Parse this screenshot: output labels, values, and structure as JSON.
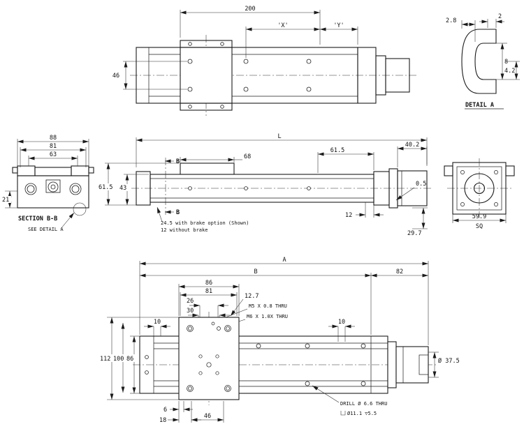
{
  "drawing": {
    "top_view": {
      "d200": "200",
      "dX": "'X'",
      "dY": "'Y'",
      "d46": "46"
    },
    "detail_a": {
      "label": "DETAIL A",
      "d2_8": "2.8",
      "d2": "2",
      "d8": "8",
      "d4_2": "4.2"
    },
    "section_bb": {
      "label": "SECTION B-B",
      "see_detail": "SEE DETAIL A",
      "d88": "88",
      "d81": "81",
      "d63": "63",
      "d21": "21"
    },
    "side_view": {
      "dL": "L",
      "d68": "68",
      "d61_5_top": "61.5",
      "d40_2": "40.2",
      "d61_5_left": "61.5",
      "d43": "43",
      "d0_5": "0.5",
      "d12": "12",
      "d29_7": "29.7",
      "brake_note_1": "24.5 with brake option (Shown)",
      "brake_note_2": "12 without brake",
      "b_label": "B"
    },
    "end_view": {
      "d59_9": "59.9",
      "sq": "SQ"
    },
    "bottom_view": {
      "dA": "A",
      "dB": "B",
      "d82": "82",
      "d86_top": "86",
      "d81": "81",
      "d26": "26",
      "d30": "30",
      "d12_7": "12.7",
      "m5_note": "M5 X 0.8 THRU",
      "m6_note": "M6 X 1.0X THRU",
      "d10_left": "10",
      "d10_right": "10",
      "d112": "112",
      "d100": "100",
      "d86_left": "86",
      "dia_37_5": "Ø 37.5",
      "d6": "6",
      "d18": "18",
      "d46": "46",
      "drill_note_1": "DRILL Ø 6.6 THRU",
      "drill_note_2": "Ø11.1 ▽5.5"
    }
  }
}
